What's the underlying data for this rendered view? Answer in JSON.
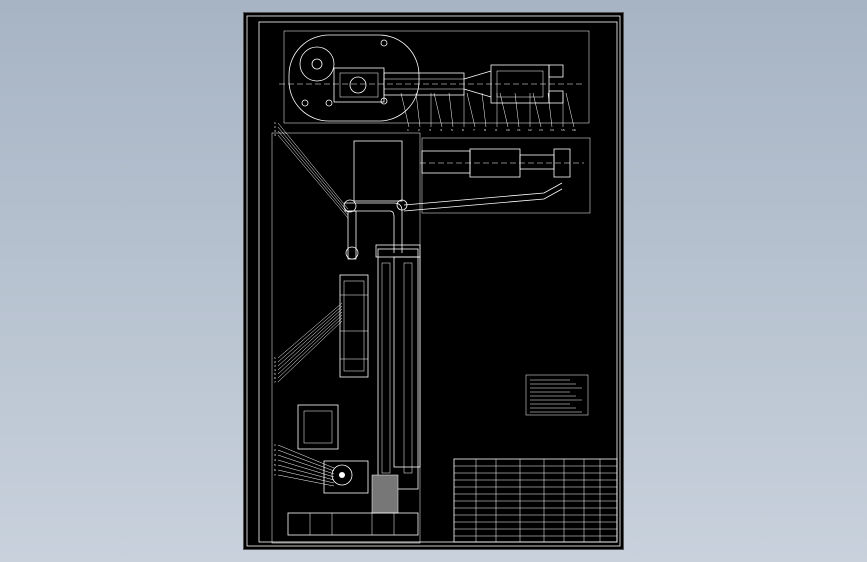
{
  "colors": {
    "background": "#b4bfcc",
    "sheet": "#000000",
    "lines": "#ffffff"
  },
  "balloons": {
    "top_row": [
      "1",
      "2",
      "3",
      "4",
      "5",
      "6",
      "7",
      "8",
      "9",
      "10",
      "11",
      "12",
      "13",
      "14",
      "15",
      "16"
    ],
    "left_group_a": [
      "1",
      "2",
      "3",
      "4"
    ],
    "left_group_b": [
      "1",
      "2",
      "3",
      "4",
      "5",
      "6",
      "7"
    ],
    "left_group_c": [
      "1",
      "2",
      "3",
      "4",
      "5",
      "6",
      "7"
    ]
  }
}
